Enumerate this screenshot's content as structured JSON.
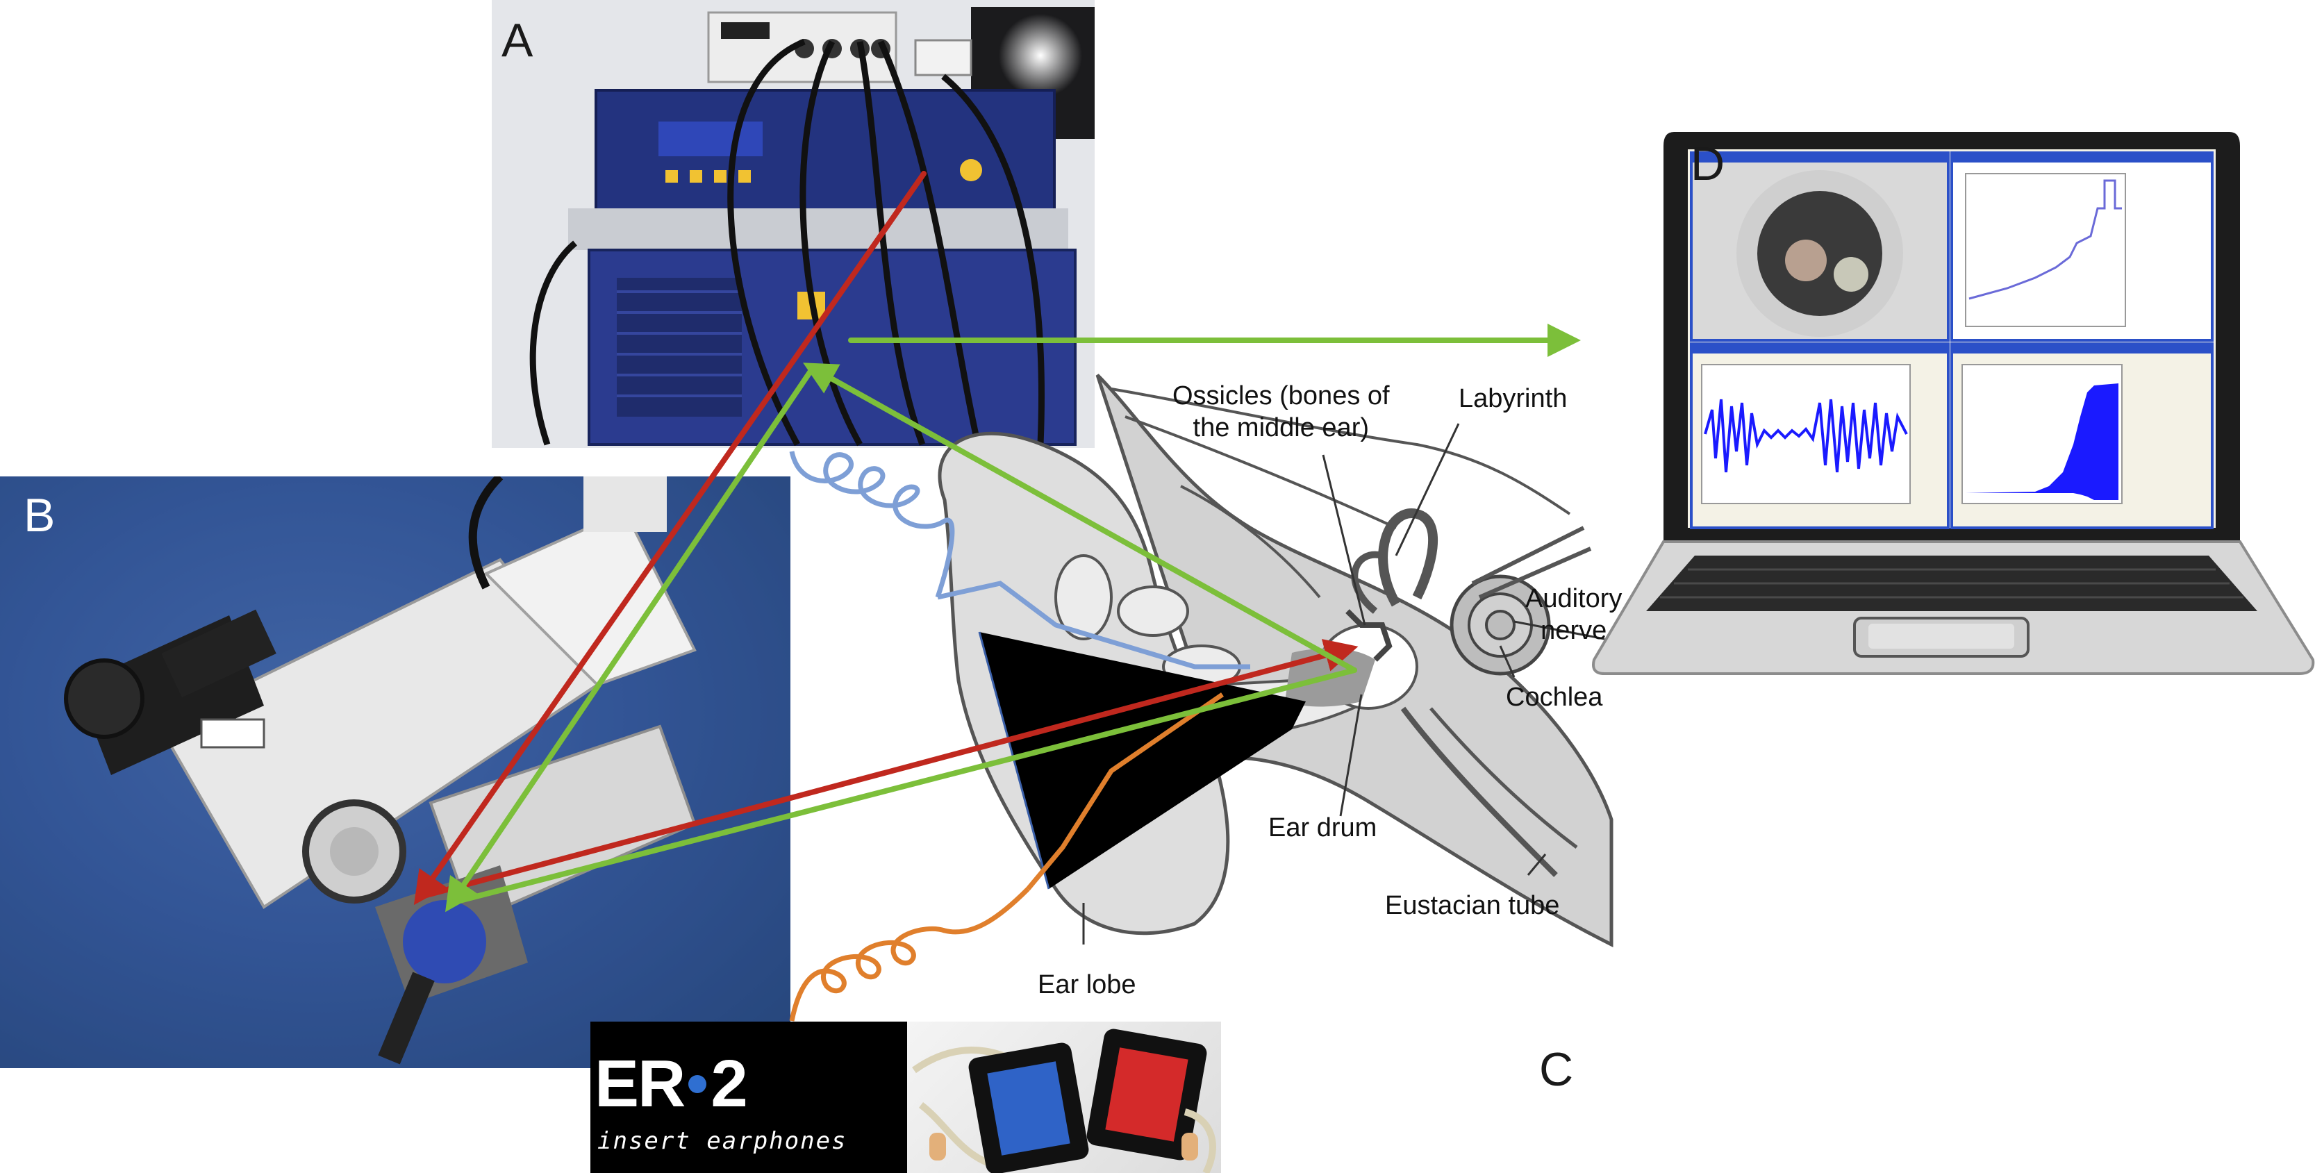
{
  "panels": {
    "a": "A",
    "b": "B",
    "c": "C",
    "d": "D"
  },
  "ear_labels": {
    "ossicles": "Ossicles (bones of\nthe middle ear)",
    "labyrinth": "Labyrinth",
    "auditory_nerve": "Auditory\nnerve",
    "cochlea": "Cochlea",
    "ear_drum": "Ear drum",
    "eustacian_tube": "Eustacian tube",
    "ear_lobe": "Ear lobe"
  },
  "earphone_brand": {
    "logo_left": "ER",
    "logo_right": "2",
    "subtitle": "insert earphones"
  },
  "colors": {
    "red_arrow": "#c0281e",
    "green_arrow": "#7cbf3a",
    "blue_cable": "#7e9fd6",
    "orange_cable": "#e07f2c",
    "signal_blue": "#1a1aff"
  }
}
